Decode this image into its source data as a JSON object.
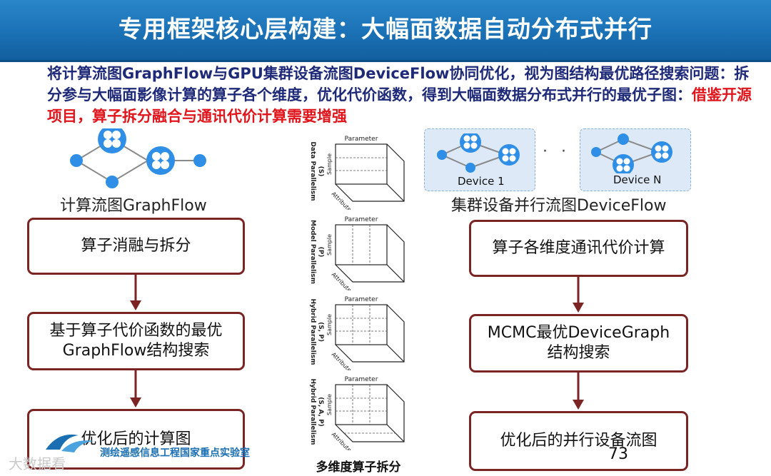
{
  "slide": {
    "title": "专用框架核心层构建：大幅面数据自动分布式并行",
    "intro_main": "将计算流图GraphFlow与GPU集群设备流图DeviceFlow协同优化，视为图结构最优路径搜索问题：拆分参与大幅面影像计算的算子各个维度，优化代价函数，得到大幅面数据分布式并行的最优子图：",
    "intro_highlight": "借鉴开源项目，算子拆分融合与通讯代价计算需要增强",
    "graphflow_caption": "计算流图GraphFlow",
    "deviceflow_caption": "集群设备并行流图DeviceFlow",
    "device1_label": "Device 1",
    "deviceN_label": "Device N",
    "ellipsis": "· · ·",
    "left_flow": [
      "算子消融与拆分",
      "基于算子代价函数的最优GraphFlow结构搜索",
      "优化后的计算图"
    ],
    "right_flow": [
      "算子各维度通讯代价计算",
      "MCMC最优DeviceGraph结构搜索",
      "优化后的并行设备流图"
    ],
    "cubes": [
      {
        "label": "Data Parallelism",
        "sub": "(S)"
      },
      {
        "label": "Model Parallelism",
        "sub": "(P)"
      },
      {
        "label": "Hybrid Parallelism",
        "sub": "(S, P)"
      },
      {
        "label": "Hybrid Parallelism",
        "sub": "(S, A, P)"
      }
    ],
    "axis_parameter": "Parameter",
    "axis_sample": "Sample",
    "axis_attribute": "Attribute",
    "center_caption": "多维度算子拆分",
    "lab_name": "测绘遥感信息工程国家重点实验室",
    "watermark": "大数据看",
    "page_number": "73"
  },
  "colors": {
    "header": "#1a6fb3",
    "intro_text": "#1e2a78",
    "highlight": "#e0141b",
    "node": "#2f8ee6",
    "box_border": "#7a2424",
    "device_bg": "#dde9f6"
  }
}
